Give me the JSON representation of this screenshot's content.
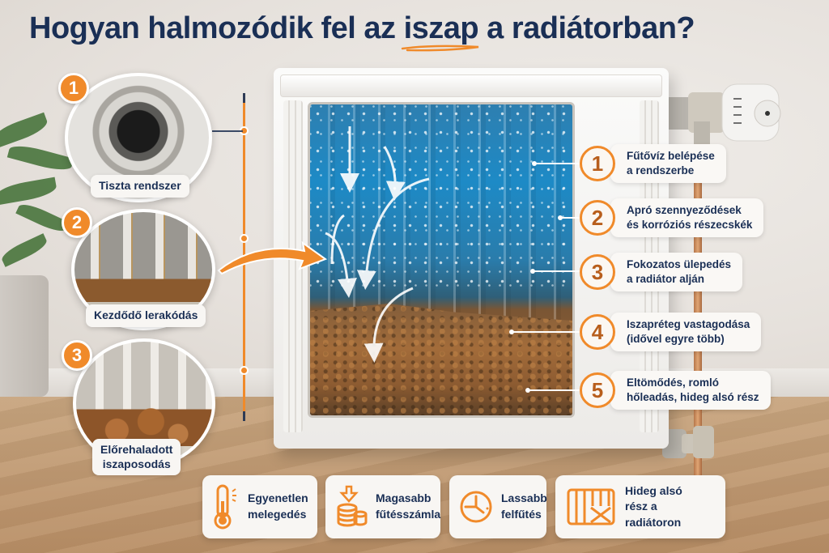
{
  "title": {
    "before": "Hogyan halmozódik fel az ",
    "highlight": "iszap",
    "after": " a radiátorban?"
  },
  "colors": {
    "navy": "#1a2f55",
    "orange": "#f08a2a",
    "card_bg": "#f8f6f3",
    "water_blue": "#1d8ac6",
    "sludge_brown": "#8a5b33"
  },
  "stages": [
    {
      "number": "1",
      "label": "Tiszta rendszer"
    },
    {
      "number": "2",
      "label": "Kezdődő lerakódás"
    },
    {
      "number": "3",
      "label_line1": "Előrehaladott",
      "label_line2": "iszaposodás"
    }
  ],
  "steps": [
    {
      "number": "1",
      "line1": "Fűtővíz belépése",
      "line2": "a rendszerbe"
    },
    {
      "number": "2",
      "line1": "Apró szennyeződések",
      "line2": "és korróziós részecskék"
    },
    {
      "number": "3",
      "line1": "Fokozatos ülepedés",
      "line2": "a radiátor alján"
    },
    {
      "number": "4",
      "line1": "Iszapréteg vastagodása",
      "line2": "(idővel egyre több)"
    },
    {
      "number": "5",
      "line1": "Eltömődés, romló",
      "line2": "hőleadás, hideg alsó rész"
    }
  ],
  "effects": [
    {
      "icon": "thermometer-icon",
      "line1": "Egyenetlen",
      "line2": "melegedés"
    },
    {
      "icon": "coins-icon",
      "line1": "Magasabb",
      "line2": "fűtésszámla"
    },
    {
      "icon": "clock-icon",
      "line1": "Lassabb",
      "line2": "felfűtés"
    },
    {
      "icon": "cold-radiator-icon",
      "line1": "Hideg alsó",
      "line2": "rész a radiátoron"
    }
  ]
}
